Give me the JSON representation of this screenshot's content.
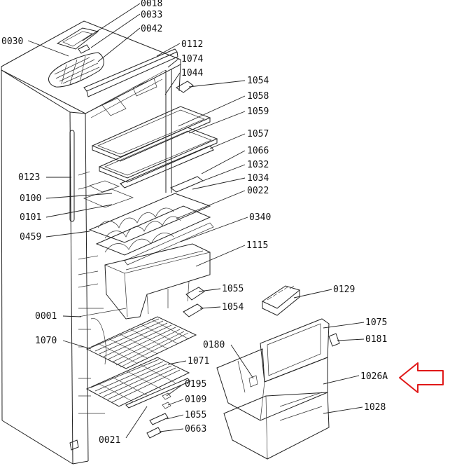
{
  "diagram": {
    "labels": {
      "l0018": "0018",
      "l0033": "0033",
      "l0042": "0042",
      "l0030": "0030",
      "l0112": "0112",
      "l1074": "1074",
      "l1044": "1044",
      "l1054a": "1054",
      "l1058": "1058",
      "l1059": "1059",
      "l1057": "1057",
      "l1066": "1066",
      "l1032": "1032",
      "l1034": "1034",
      "l0022": "0022",
      "l0123": "0123",
      "l0100": "0100",
      "l0101": "0101",
      "l0459": "0459",
      "l0340": "0340",
      "l1115": "1115",
      "l1055a": "1055",
      "l1054b": "1054",
      "l0129": "0129",
      "l0001": "0001",
      "l1075": "1075",
      "l1070": "1070",
      "l0180": "0180",
      "l0181": "0181",
      "l1071": "1071",
      "l1026A": "1026A",
      "l0195": "0195",
      "l0109": "0109",
      "l1028": "1028",
      "l1055b": "1055",
      "l0663": "0663",
      "l0021": "0021"
    },
    "highlight_color": "#e01818"
  }
}
